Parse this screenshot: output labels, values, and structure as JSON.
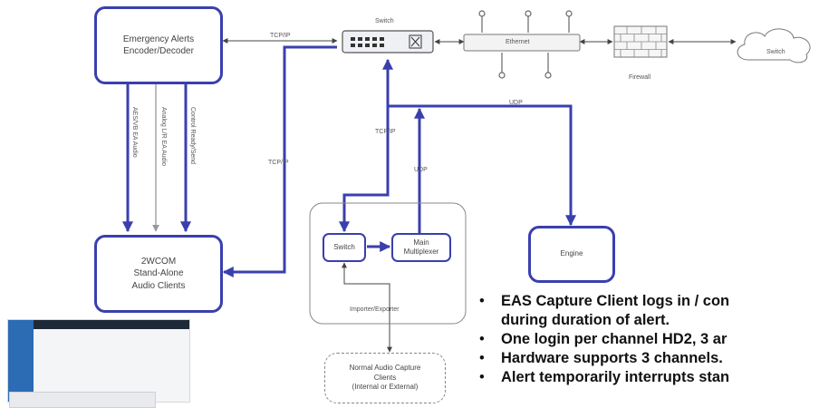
{
  "nodes": {
    "eas_encoder": "Emergency Alerts\nEncoder/Decoder",
    "switch_top": "Switch",
    "ethernet": "Ethernet",
    "firewall": "Firewall",
    "cloud_switch": "Switch",
    "wcom_clients": "2WCOM\nStand-Alone\nAudio Clients",
    "inner_switch": "Switch",
    "main_multiplexer": "Main\nMultiplexer",
    "importer_exporter": "Importer/Exporter",
    "engine": "Engine",
    "normal_audio": "Normal Audio Capture\nClients\n(Internal or External)"
  },
  "edge_labels": {
    "tcpip_top": "TCP/IP",
    "tcpip_left": "TCP/IP",
    "tcpip_center": "TCP/IP",
    "udp_right": "UDP",
    "udp_center": "UDP",
    "aes_audio": "AES/VB EA Audio",
    "analog_audio": "Analog L/R EA Audio",
    "control_ready": "Control Ready/Send"
  },
  "bullets": [
    "EAS Capture Client logs in / con",
    "during duration of alert.",
    "One login per channel HD2, 3 ar",
    "Hardware supports 3 channels.",
    "Alert temporarily interrupts stan"
  ],
  "colors": {
    "accent": "#3a3fae",
    "line_gray": "#555555",
    "text_dark": "#111111"
  }
}
